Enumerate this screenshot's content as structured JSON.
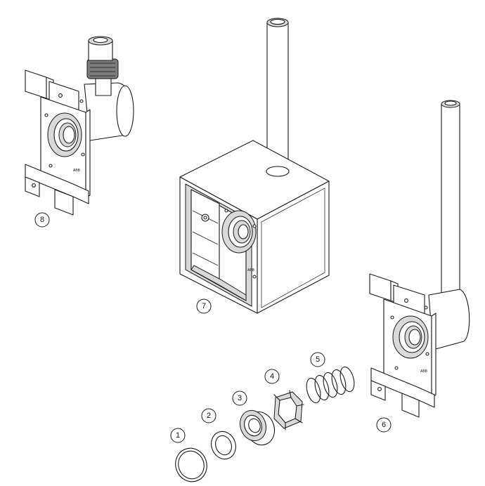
{
  "callouts": {
    "c1": "1",
    "c2": "2",
    "c3": "3",
    "c4": "4",
    "c5": "5",
    "c6": "6",
    "c7": "7",
    "c8": "8"
  },
  "brand_marks": {
    "box": "ABB",
    "plate_left": "ABB",
    "plate_right": "ABB"
  },
  "colors": {
    "line": "#1a1a1a",
    "background": "#ffffff"
  }
}
